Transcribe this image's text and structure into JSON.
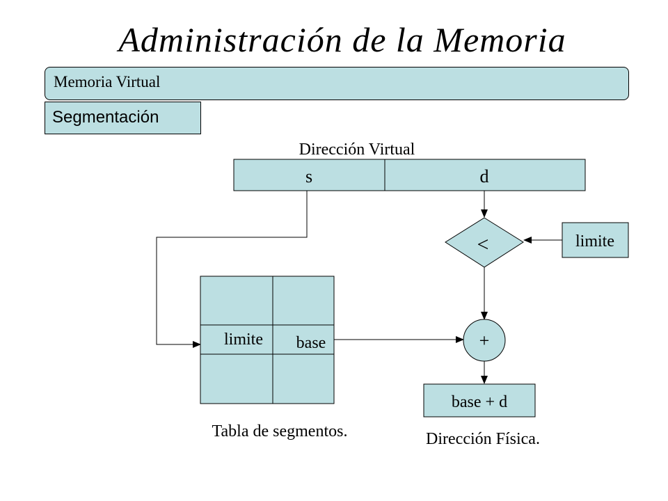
{
  "title": "Administración de la Memoria",
  "banner": {
    "label": "Memoria Virtual"
  },
  "subbanner": {
    "label": "Segmentación"
  },
  "diagram": {
    "virtual_address_label": "Dirección Virtual",
    "segment_field": "s",
    "offset_field": "d",
    "compare_symbol": "<",
    "limit_input": "limite",
    "table_limit": "limite",
    "table_base": "base",
    "adder_symbol": "+",
    "physical_result": "base + d",
    "table_caption": "Tabla de segmentos.",
    "physical_caption": "Dirección Física."
  },
  "colors": {
    "box_fill": "#bcdfe2",
    "stroke": "#000000"
  }
}
